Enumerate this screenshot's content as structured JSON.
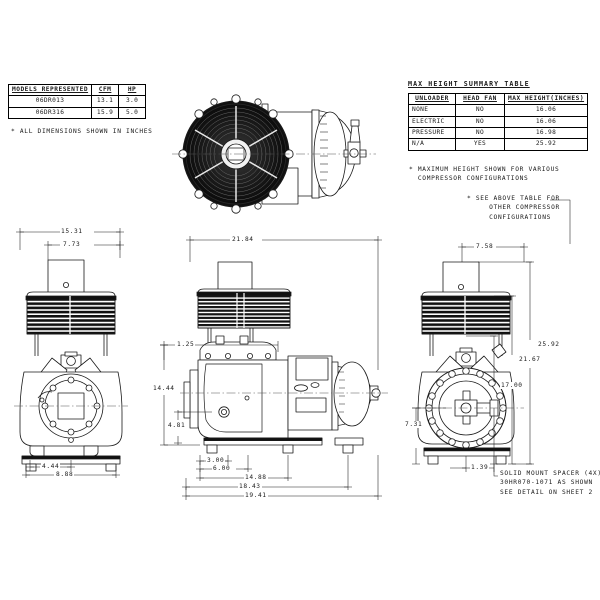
{
  "sheet": {
    "background": "#ffffff",
    "line_color": "#1a1a1a"
  },
  "models_table": {
    "headers": [
      "MODELS REPRESENTED",
      "CFM",
      "HP"
    ],
    "rows": [
      {
        "model": "06DR013",
        "cfm": "13.1",
        "hp": "3.0"
      },
      {
        "model": "06DR316",
        "cfm": "15.9",
        "hp": "5.0"
      }
    ],
    "note": "* ALL DIMENSIONS SHOWN IN INCHES"
  },
  "max_height_table": {
    "title": "MAX HEIGHT SUMMARY TABLE",
    "headers": [
      "UNLOADER",
      "HEAD FAN",
      "MAX HEIGHT(INCHES)"
    ],
    "rows": [
      {
        "unloader": "NONE",
        "head_fan": "NO",
        "max_height": "16.06"
      },
      {
        "unloader": "ELECTRIC",
        "head_fan": "NO",
        "max_height": "16.06"
      },
      {
        "unloader": "PRESSURE",
        "head_fan": "NO",
        "max_height": "16.98"
      },
      {
        "unloader": "N/A",
        "head_fan": "YES",
        "max_height": "25.92"
      }
    ],
    "note": "* MAXIMUM HEIGHT SHOWN FOR VARIOUS\n  COMPRESSOR CONFIGURATIONS"
  },
  "callouts": {
    "see_above_table": "* SEE ABOVE TABLE FOR\n     OTHER COMPRESSOR\n     CONFIGURATIONS",
    "solid_mount_spacer": "SOLID MOUNT SPACER (4X)\n30HR070-1071 AS SHOWN\nSEE DETAIL ON SHEET 2"
  },
  "views": {
    "top_iso": {
      "name": "top-assembly-view"
    },
    "front_view": {
      "name": "front-elevation-view",
      "dimensions": {
        "overall_width": "15.31",
        "terminal_box_width": "7.73",
        "foot_inner": "4.44",
        "foot_outer": "8.88"
      }
    },
    "side_view": {
      "name": "side-elevation-view",
      "dimensions": {
        "overall_length": "21.84",
        "upper_offset": "1.25",
        "overall_height": "14.44",
        "lower_offset": "4.81",
        "mount_first": "3.00",
        "mount_second": "6.00",
        "mount_third": "14.88",
        "mount_fourth": "18.43",
        "overall_bottom": "19.41"
      }
    },
    "rear_view": {
      "name": "rear-elevation-view",
      "dimensions": {
        "terminal_box_width": "7.58",
        "max_height_fan": "25.92",
        "height_mid": "21.67",
        "height_low": "17.00",
        "shaft_height": "7.31",
        "spacer_offset": "1.39"
      }
    }
  }
}
